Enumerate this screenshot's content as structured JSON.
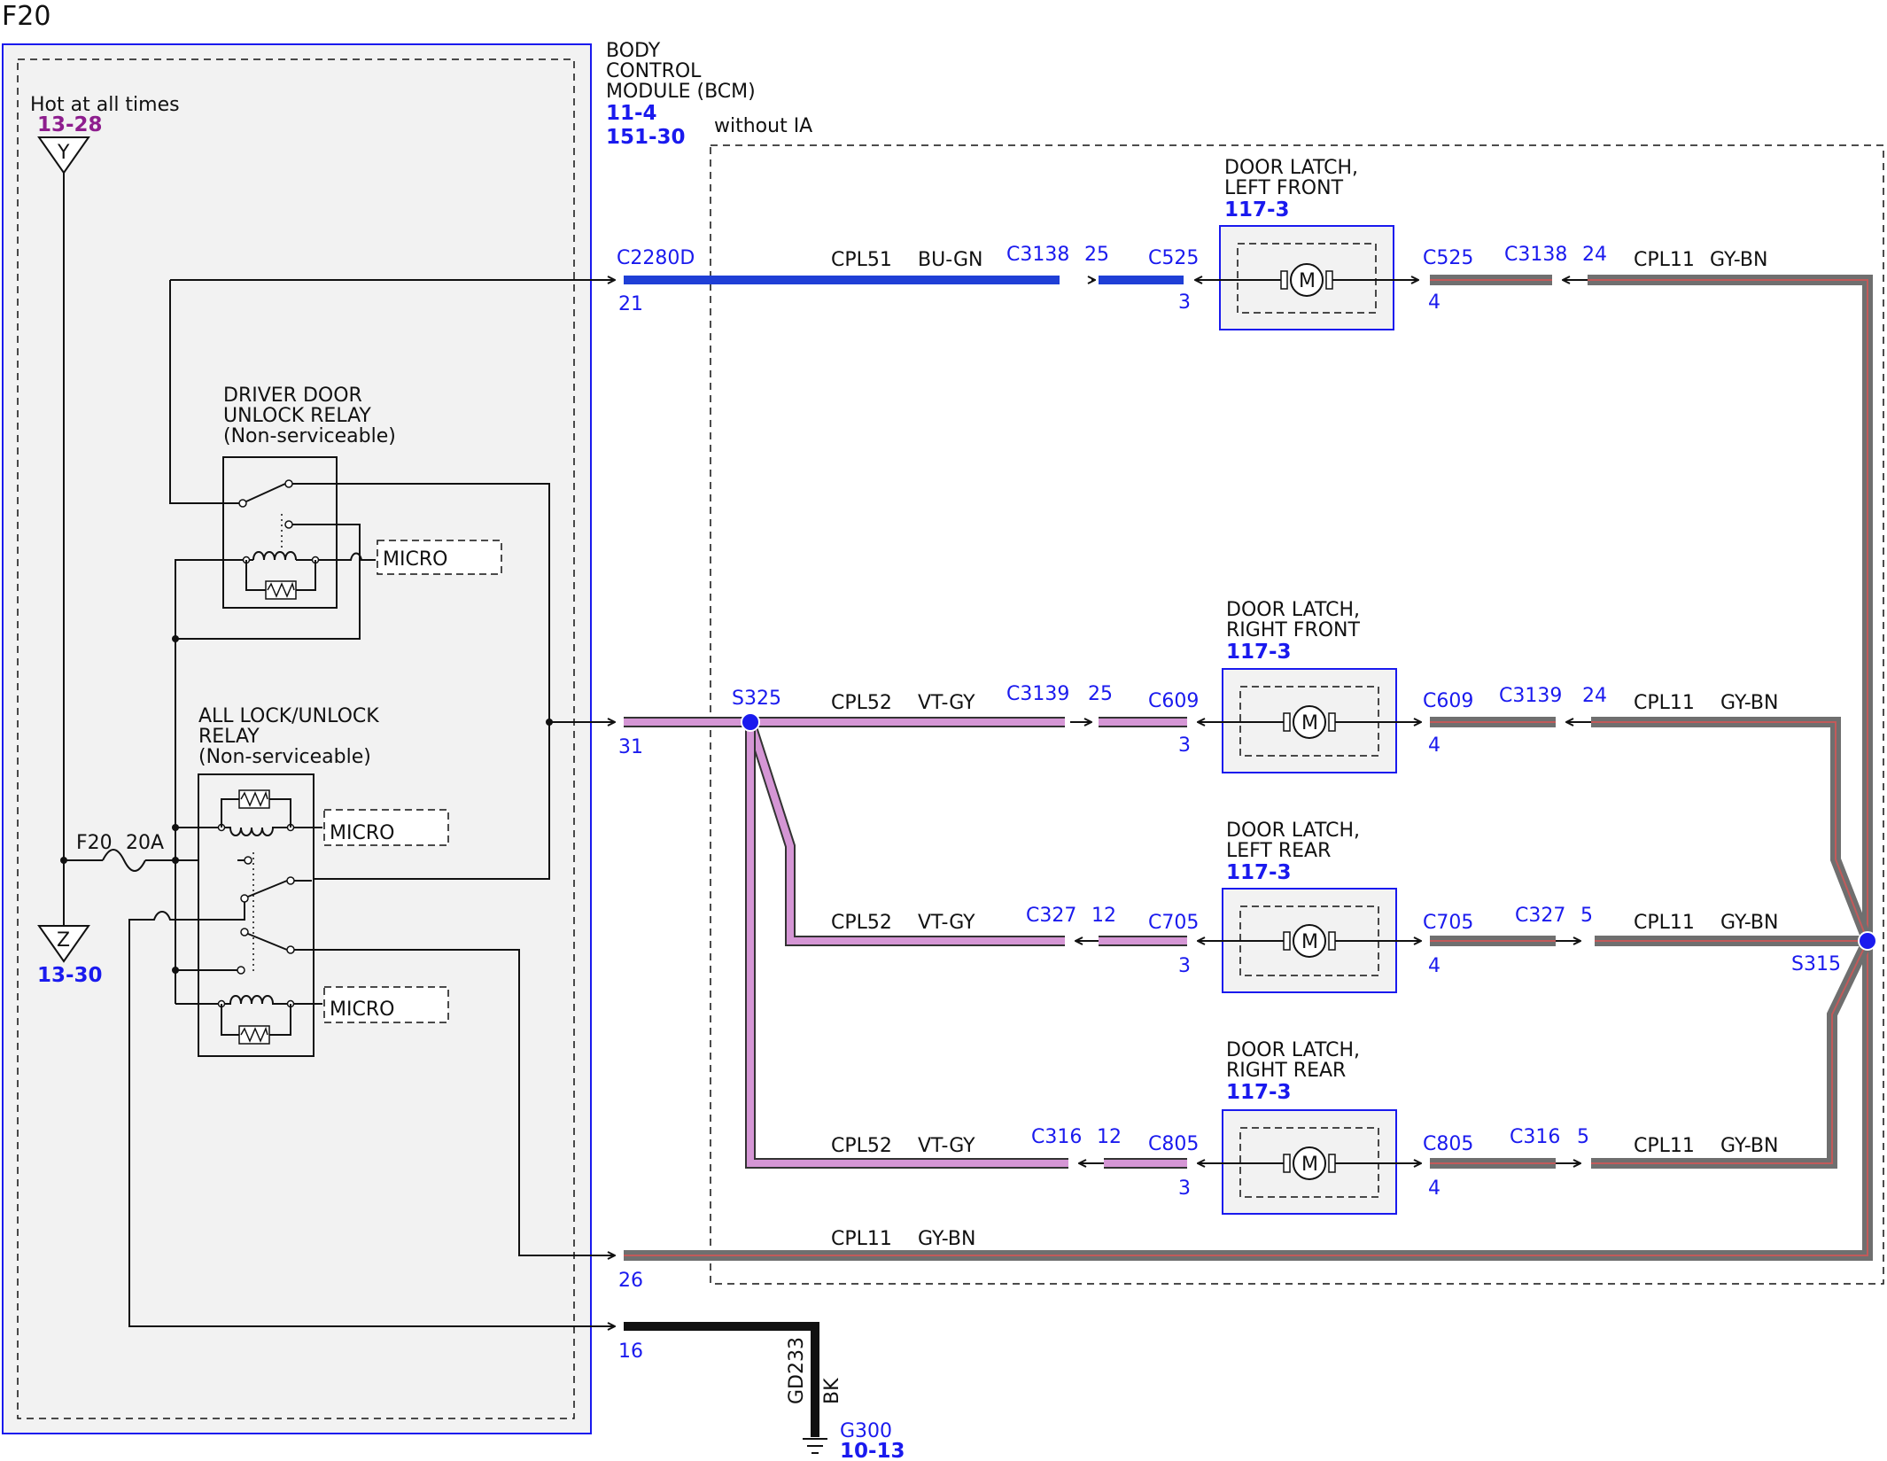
{
  "page_label": "F20",
  "colors": {
    "blue_text": "#1a1aee",
    "purple_text": "#8e1e8e",
    "bu_gn": "#1f3fd6",
    "vt_gy": "#d596d5",
    "gy_bn": "#6f6f6f",
    "gy_bn_inner": "#c25a5a",
    "bk": "#111111",
    "module_fill": "#f2f2f2"
  },
  "power": {
    "hot_label": "Hot at all times",
    "hot_ref": "13-28",
    "pin_y": "Y",
    "pin_z": "Z",
    "z_ref": "13-30",
    "fuse_name": "F20",
    "fuse_rating": "20A"
  },
  "relays": {
    "driver": {
      "line1": "DRIVER DOOR",
      "line2": "UNLOCK RELAY",
      "line3": "(Non-serviceable)"
    },
    "all": {
      "line1": "ALL LOCK/UNLOCK",
      "line2": "RELAY",
      "line3": "(Non-serviceable)"
    },
    "micro": "MICRO",
    "motor": "M"
  },
  "bcm": {
    "line1": "BODY",
    "line2": "CONTROL",
    "line3": "MODULE (BCM)",
    "ref1": "11-4",
    "ref2": "151-30",
    "connector": "C2280D",
    "pins": [
      "21",
      "31",
      "26",
      "16"
    ]
  },
  "region_label": "without IA",
  "splices": {
    "s325": "S325",
    "s315": "S315"
  },
  "latches": [
    {
      "line1": "DOOR LATCH,",
      "line2": "LEFT FRONT",
      "ref": "117-3",
      "left_conn": "C525",
      "left_pin": "3",
      "right_conn": "C525",
      "right_pin": "4",
      "in_circuit": "CPL51",
      "in_color": "BU-GN",
      "in_inline": "C3138",
      "in_inline_pin": "25",
      "out_circuit": "CPL11",
      "out_color": "GY-BN",
      "out_inline": "C3138",
      "out_inline_pin": "24"
    },
    {
      "line1": "DOOR LATCH,",
      "line2": "RIGHT FRONT",
      "ref": "117-3",
      "left_conn": "C609",
      "left_pin": "3",
      "right_conn": "C609",
      "right_pin": "4",
      "in_circuit": "CPL52",
      "in_color": "VT-GY",
      "in_inline": "C3139",
      "in_inline_pin": "25",
      "out_circuit": "CPL11",
      "out_color": "GY-BN",
      "out_inline": "C3139",
      "out_inline_pin": "24"
    },
    {
      "line1": "DOOR LATCH,",
      "line2": "LEFT REAR",
      "ref": "117-3",
      "left_conn": "C705",
      "left_pin": "3",
      "right_conn": "C705",
      "right_pin": "4",
      "in_circuit": "CPL52",
      "in_color": "VT-GY",
      "in_inline": "C327",
      "in_inline_pin": "12",
      "out_circuit": "CPL11",
      "out_color": "GY-BN",
      "out_inline": "C327",
      "out_inline_pin": "5"
    },
    {
      "line1": "DOOR LATCH,",
      "line2": "RIGHT REAR",
      "ref": "117-3",
      "left_conn": "C805",
      "left_pin": "3",
      "right_conn": "C805",
      "right_pin": "4",
      "in_circuit": "CPL52",
      "in_color": "VT-GY",
      "in_inline": "C316",
      "in_inline_pin": "12",
      "out_circuit": "CPL11",
      "out_color": "GY-BN",
      "out_inline": "C316",
      "out_inline_pin": "5"
    }
  ],
  "return_wire": {
    "circuit": "CPL11",
    "color": "GY-BN"
  },
  "ground": {
    "circuit": "GD233",
    "color": "BK",
    "name": "G300",
    "ref": "10-13"
  }
}
